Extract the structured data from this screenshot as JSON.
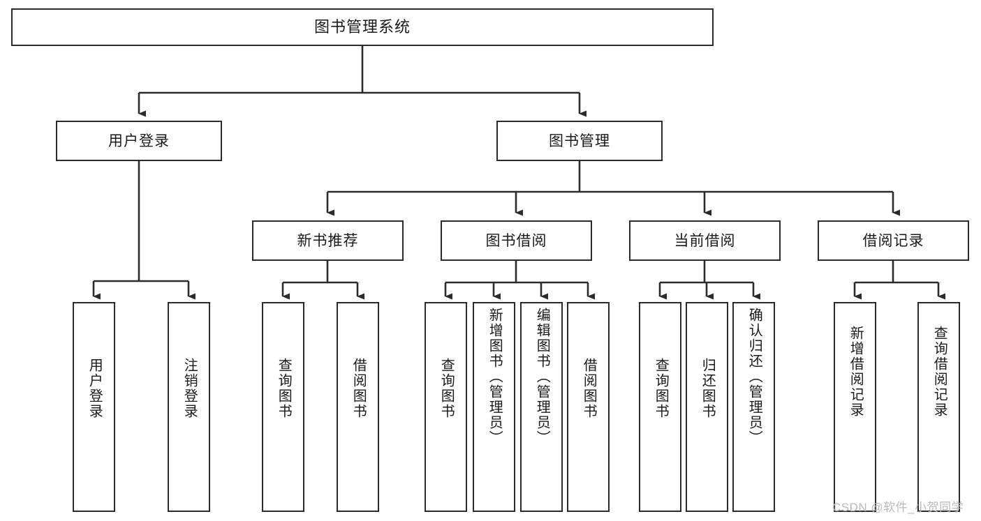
{
  "diagram": {
    "title": "图书管理系统",
    "type": "hierarchy-tree",
    "root": {
      "id": "root",
      "label": "图书管理系统"
    },
    "level2": [
      {
        "id": "user-login",
        "label": "用户登录"
      },
      {
        "id": "book-manage",
        "label": "图书管理"
      }
    ],
    "level3": [
      {
        "id": "new-book-rec",
        "label": "新书推荐",
        "parent": "book-manage"
      },
      {
        "id": "book-borrow",
        "label": "图书借阅",
        "parent": "book-manage"
      },
      {
        "id": "current-borrow",
        "label": "当前借阅",
        "parent": "book-manage"
      },
      {
        "id": "borrow-record",
        "label": "借阅记录",
        "parent": "book-manage"
      }
    ],
    "leaves": [
      {
        "id": "leaf-user-login",
        "label": "用户登录",
        "parent": "user-login"
      },
      {
        "id": "leaf-user-logout",
        "label": "注销登录",
        "parent": "user-login"
      },
      {
        "id": "leaf-query-book-1",
        "label": "查询图书",
        "parent": "new-book-rec"
      },
      {
        "id": "leaf-borrow-book-1",
        "label": "借阅图书",
        "parent": "new-book-rec"
      },
      {
        "id": "leaf-query-book-2",
        "label": "查询图书",
        "parent": "book-borrow"
      },
      {
        "id": "leaf-add-book",
        "label": "新增图书（管理员）",
        "parent": "book-borrow"
      },
      {
        "id": "leaf-edit-book",
        "label": "编辑图书（管理员）",
        "parent": "book-borrow"
      },
      {
        "id": "leaf-borrow-book-2",
        "label": "借阅图书",
        "parent": "book-borrow"
      },
      {
        "id": "leaf-query-book-3",
        "label": "查询图书",
        "parent": "current-borrow"
      },
      {
        "id": "leaf-return-book",
        "label": "归还图书",
        "parent": "current-borrow"
      },
      {
        "id": "leaf-confirm-return",
        "label": "确认归还（管理员）",
        "parent": "current-borrow"
      },
      {
        "id": "leaf-add-record",
        "label": "新增借阅记录",
        "parent": "borrow-record"
      },
      {
        "id": "leaf-query-record",
        "label": "查询借阅记录",
        "parent": "borrow-record"
      }
    ],
    "colors": {
      "border": "#2b2b2b",
      "background": "#ffffff",
      "text": "#1a1a1a",
      "watermark": "#b9b9b9"
    }
  },
  "watermark": {
    "text": "CSDN @软件_小贺同学"
  }
}
